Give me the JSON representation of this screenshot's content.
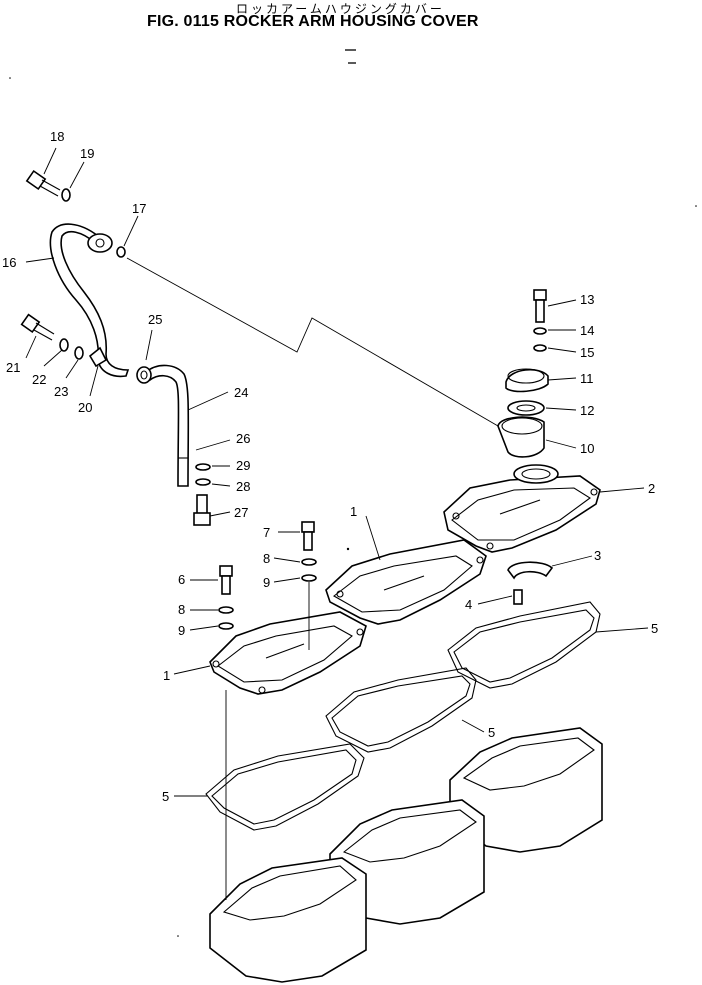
{
  "header": {
    "japanese_title": "ロッカアームハウジングカバー",
    "figure_title": "FIG. 0115  ROCKER ARM HOUSING COVER"
  },
  "callouts": [
    "1",
    "1",
    "2",
    "3",
    "4",
    "5",
    "5",
    "5",
    "6",
    "7",
    "8",
    "8",
    "9",
    "9",
    "10",
    "11",
    "12",
    "13",
    "14",
    "15",
    "16",
    "17",
    "18",
    "19",
    "20",
    "21",
    "22",
    "23",
    "24",
    "25",
    "26",
    "27",
    "28",
    "29"
  ]
}
